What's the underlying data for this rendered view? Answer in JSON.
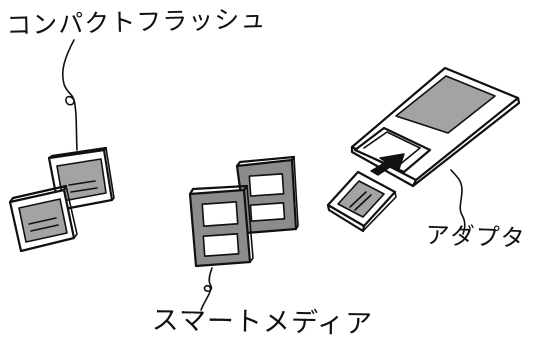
{
  "labels": {
    "compact_flash": "コンパクトフラッシュ",
    "smart_media": "スマートメディア",
    "adapter": "アダプタ"
  },
  "colors": {
    "ink": "#111111",
    "card_fill": "#ffffff",
    "panel_gray": "#a3a3a3",
    "smart_media_gray": "#8c8c8c",
    "arrow_fill": "#111111"
  },
  "icons": {
    "compact_flash_cards": "compact-flash-card-icon",
    "smart_media_cards": "smart-media-card-icon",
    "adapter": "pc-card-adapter-icon",
    "insert_arrow": "insert-arrow-icon"
  }
}
